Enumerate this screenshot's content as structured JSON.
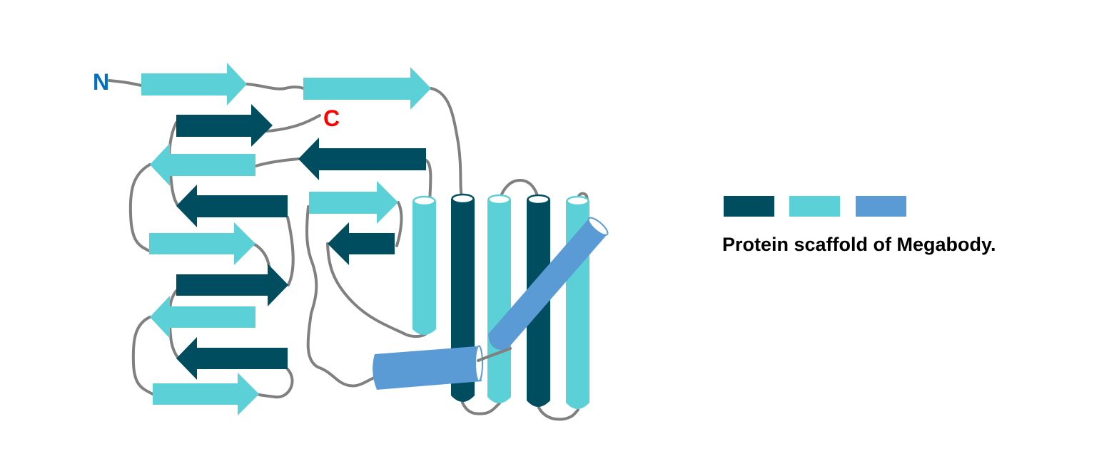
{
  "diagram": {
    "n_terminus_label": "N",
    "c_terminus_label": "C",
    "colors": {
      "dark": "#004d60",
      "cyan": "#5bd0d7",
      "blue": "#5b9bd5",
      "loop": "#808080",
      "n_label": "#0070c0",
      "c_label": "#ff0000"
    }
  },
  "legend": {
    "caption": "Protein scaffold of Megabody."
  }
}
